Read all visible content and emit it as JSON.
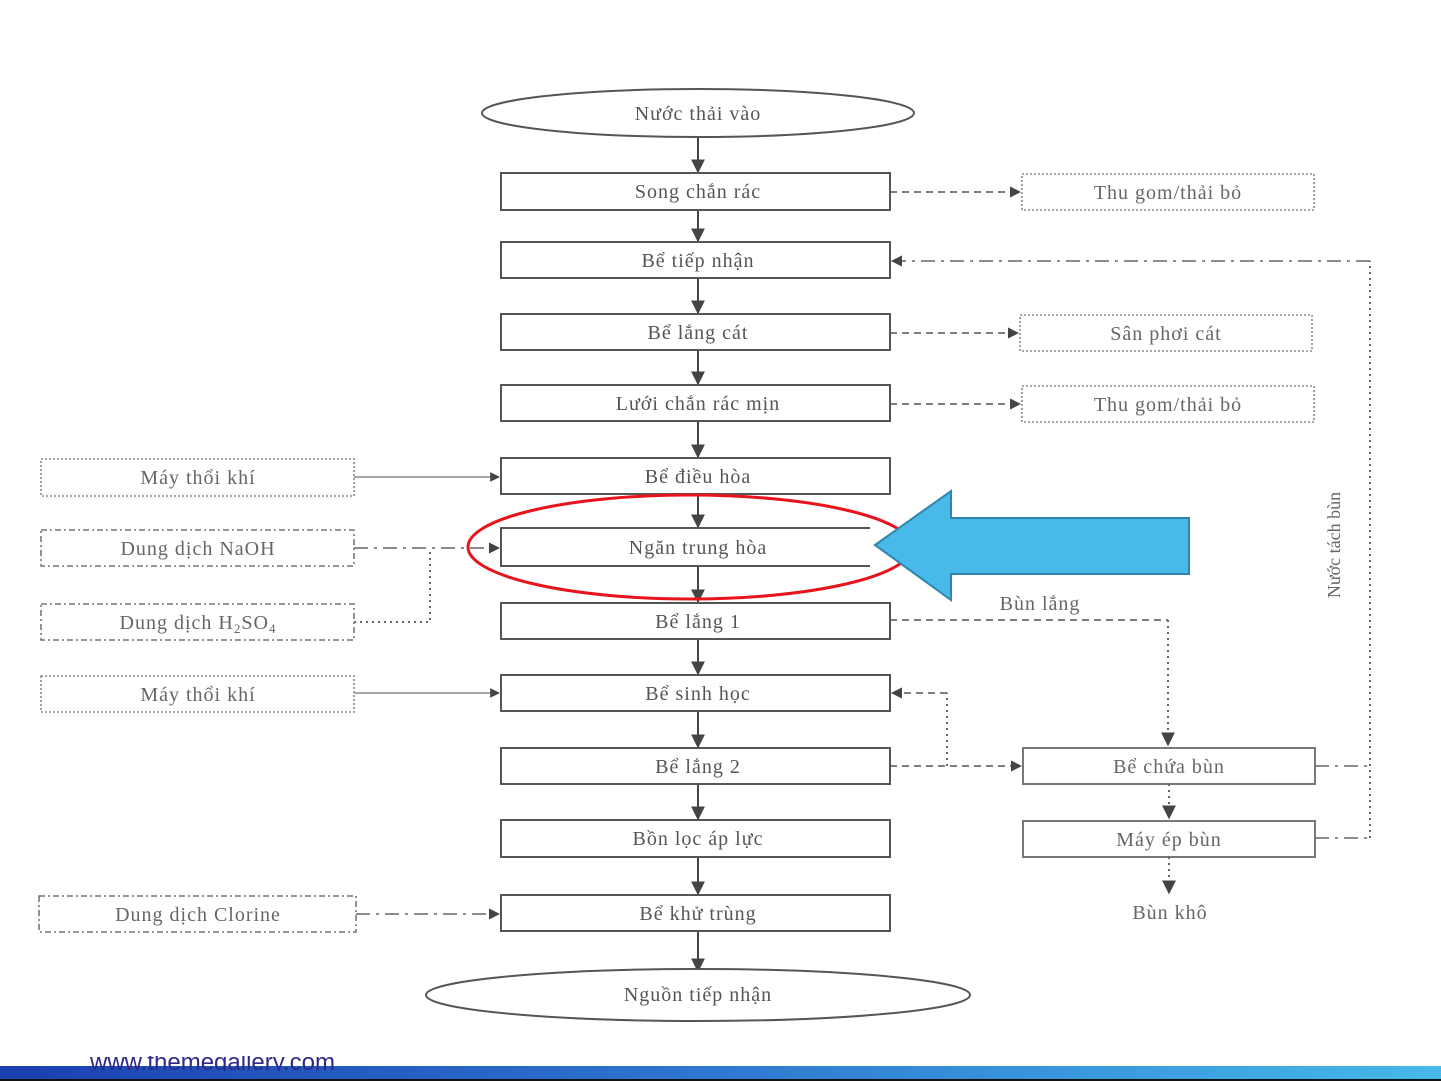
{
  "diagram": {
    "title": "Wastewater treatment process flow",
    "start": "Nước thải vào",
    "end": "Nguồn tiếp nhận",
    "main_steps": [
      "Song chắn rác",
      "Bể tiếp nhận",
      "Bể lắng cát",
      "Lưới chắn rác mịn",
      "Bể điều hòa",
      "Ngăn trung hòa",
      "Bể lắng 1",
      "Bể sinh học",
      "Bể lắng 2",
      "Bồn lọc áp lực",
      "Bể khử trùng"
    ],
    "right_outputs": [
      "Thu gom/thải bỏ",
      "Sân phơi cát",
      "Thu gom/thải bỏ"
    ],
    "left_inputs": {
      "blower_1": "Máy thổi khí",
      "naoh": "Dung dịch NaOH",
      "h2so4_prefix": "Dung dịch H",
      "h2so4_sub1": "2",
      "h2so4_mid": "SO",
      "h2so4_sub2": "4",
      "blower_2": "Máy thổi khí",
      "chlorine": "Dung dịch Clorine"
    },
    "sludge": {
      "settled_label": "Bùn lắng",
      "tank": "Bể chứa bùn",
      "press": "Máy ép bùn",
      "dry_label": "Bùn khô",
      "return_water_label": "Nước tách bùn"
    },
    "highlight": {
      "target_step": "Ngăn trung hòa",
      "ellipse_color": "#e8141c",
      "arrow_fill": "#48b9e8",
      "arrow_stroke": "#2f86ad"
    }
  },
  "footer": {
    "text": "www.themegallery.com",
    "gradient_start": "#1b3fb0",
    "gradient_end": "#46b9e9"
  }
}
